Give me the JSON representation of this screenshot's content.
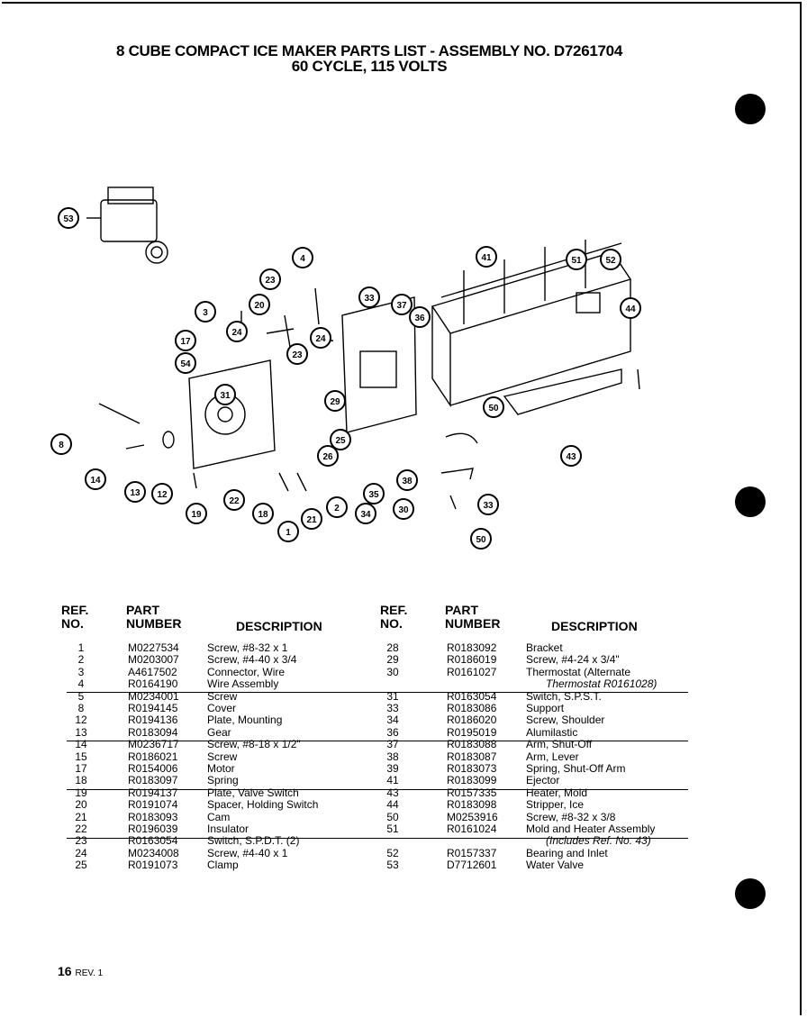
{
  "page": {
    "title_line1": "8 CUBE COMPACT ICE MAKER PARTS LIST  -  ASSEMBLY NO. D7261704",
    "title_line2": "60 CYCLE, 115 VOLTS",
    "footer_page": "16",
    "footer_rev": "REV. 1"
  },
  "headers": {
    "ref_line1": "REF.",
    "ref_line2": "NO.",
    "part_line1": "PART",
    "part_line2": "NUMBER",
    "desc": "DESCRIPTION"
  },
  "callouts": [
    "53",
    "4",
    "23",
    "41",
    "51",
    "52",
    "33",
    "20",
    "37",
    "36",
    "44",
    "3",
    "24",
    "23",
    "24",
    "17",
    "54",
    "31",
    "29",
    "50",
    "8",
    "25",
    "26",
    "43",
    "35",
    "38",
    "14",
    "13",
    "12",
    "19",
    "22",
    "18",
    "1",
    "21",
    "2",
    "34",
    "30",
    "33",
    "50"
  ],
  "parts_left": [
    {
      "ref": "1",
      "part": "M0227534",
      "desc": "Screw, #8-32 x 1"
    },
    {
      "ref": "2",
      "part": "M0203007",
      "desc": "Screw, #4-40 x 3/4"
    },
    {
      "ref": "3",
      "part": "A4617502",
      "desc": "Connector, Wire"
    },
    {
      "ref": "4",
      "part": "R0164190",
      "desc": "Wire Assembly"
    },
    {
      "ref": "5",
      "part": "M0234001",
      "desc": "Screw"
    },
    {
      "ref": "8",
      "part": "R0194145",
      "desc": "Cover"
    },
    {
      "ref": "12",
      "part": "R0194136",
      "desc": "Plate, Mounting"
    },
    {
      "ref": "13",
      "part": "R0183094",
      "desc": "Gear"
    },
    {
      "ref": "14",
      "part": "M0236717",
      "desc": "Screw, #8-18 x 1/2\""
    },
    {
      "ref": "15",
      "part": "R0186021",
      "desc": "Screw"
    },
    {
      "ref": "17",
      "part": "R0154006",
      "desc": "Motor"
    },
    {
      "ref": "18",
      "part": "R0183097",
      "desc": "Spring"
    },
    {
      "ref": "19",
      "part": "R0194137",
      "desc": "Plate, Valve Switch"
    },
    {
      "ref": "20",
      "part": "R0191074",
      "desc": "Spacer, Holding Switch"
    },
    {
      "ref": "21",
      "part": "R0183093",
      "desc": "Cam"
    },
    {
      "ref": "22",
      "part": "R0196039",
      "desc": "Insulator"
    },
    {
      "ref": "23",
      "part": "R0163054",
      "desc": "Switch, S.P.D.T. (2)"
    },
    {
      "ref": "24",
      "part": "M0234008",
      "desc": "Screw, #4-40 x 1"
    },
    {
      "ref": "25",
      "part": "R0191073",
      "desc": "Clamp"
    }
  ],
  "parts_right": [
    {
      "ref": "28",
      "part": "R0183092",
      "desc": "Bracket"
    },
    {
      "ref": "29",
      "part": "R0186019",
      "desc": "Screw, #4-24 x 3/4\""
    },
    {
      "ref": "30",
      "part": "R0161027",
      "desc": "Thermostat (Alternate"
    },
    {
      "ref": "",
      "part": "",
      "desc": "Thermostat R0161028)"
    },
    {
      "ref": "31",
      "part": "R0163054",
      "desc": "Switch, S.P.S.T."
    },
    {
      "ref": "33",
      "part": "R0183086",
      "desc": "Support"
    },
    {
      "ref": "34",
      "part": "R0186020",
      "desc": "Screw, Shoulder"
    },
    {
      "ref": "36",
      "part": "R0195019",
      "desc": "Alumilastic"
    },
    {
      "ref": "37",
      "part": "R0183088",
      "desc": "Arm, Shut-Off"
    },
    {
      "ref": "38",
      "part": "R0183087",
      "desc": "Arm, Lever"
    },
    {
      "ref": "39",
      "part": "R0183073",
      "desc": "Spring, Shut-Off Arm"
    },
    {
      "ref": "41",
      "part": "R0183099",
      "desc": "Ejector"
    },
    {
      "ref": "43",
      "part": "R0157335",
      "desc": "Heater, Mold"
    },
    {
      "ref": "44",
      "part": "R0183098",
      "desc": "Stripper, Ice"
    },
    {
      "ref": "50",
      "part": "M0253916",
      "desc": "Screw, #8-32 x 3/8"
    },
    {
      "ref": "51",
      "part": "R0161024",
      "desc": "Mold and Heater Assembly"
    },
    {
      "ref": "",
      "part": "",
      "desc": "(Includes Ref. No. 43)"
    },
    {
      "ref": "52",
      "part": "R0157337",
      "desc": "Bearing and Inlet"
    },
    {
      "ref": "53",
      "part": "D7712601",
      "desc": "Water Valve"
    }
  ]
}
